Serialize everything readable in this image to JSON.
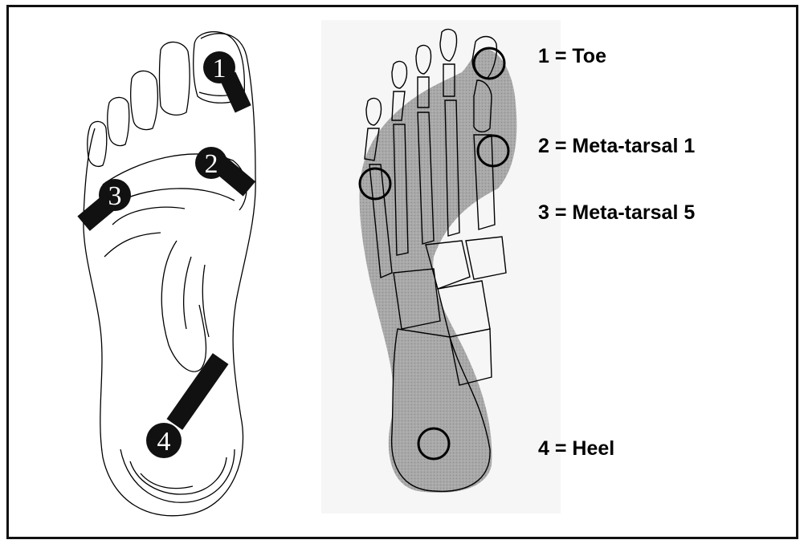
{
  "markers": [
    {
      "num": "1",
      "name": "Toe"
    },
    {
      "num": "2",
      "name": "Meta-tarsal 1"
    },
    {
      "num": "3",
      "name": "Meta-tarsal 5"
    },
    {
      "num": "4",
      "name": "Heel"
    }
  ],
  "legend": [
    "1 = Toe",
    "2 = Meta-tarsal 1",
    "3 = Meta-tarsal 5",
    "4 = Heel"
  ],
  "colors": {
    "marker_fill": "#111111",
    "skeleton_shade": "#9a9a9a",
    "outline": "#000000"
  },
  "icons": [
    "foot-outline-drawing",
    "foot-skeleton-drawing"
  ]
}
